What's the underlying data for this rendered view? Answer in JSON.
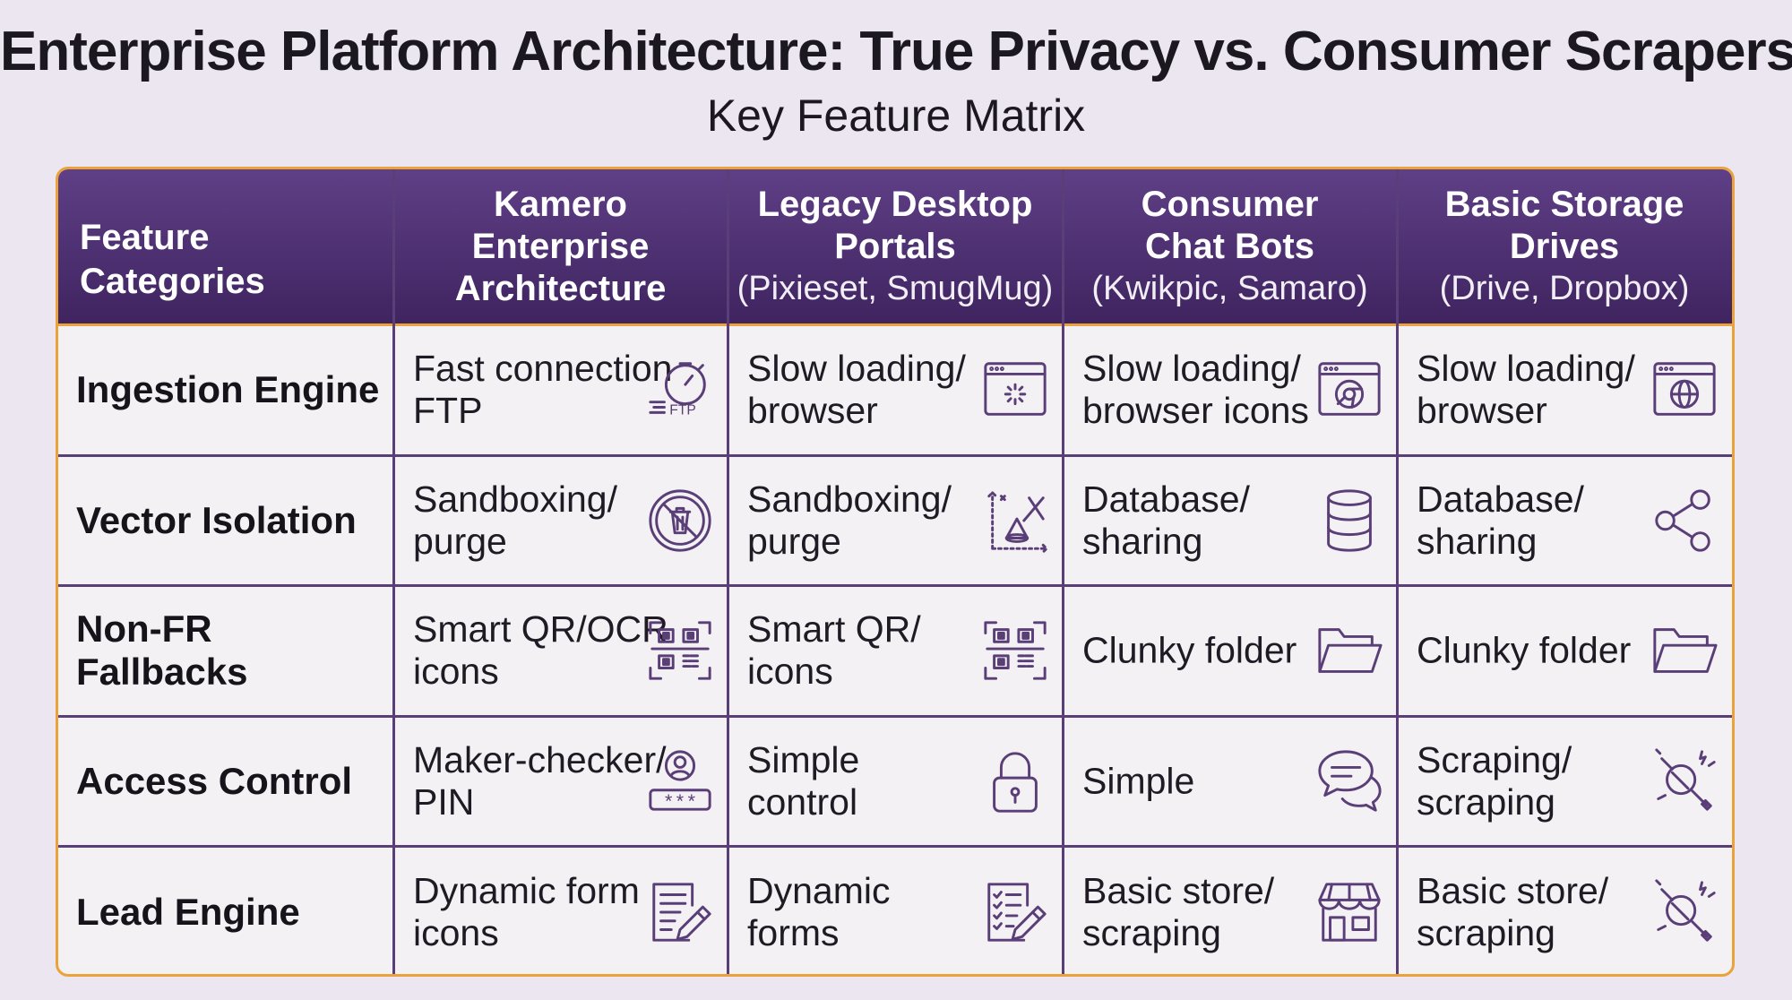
{
  "title": "Enterprise Platform Architecture: True Privacy vs. Consumer Scrapers",
  "subtitle": "Key Feature Matrix",
  "header": {
    "feature_col": "Feature\nCategories",
    "columns": [
      {
        "name": "Kamero\nEnterprise\nArchitecture",
        "sub": ""
      },
      {
        "name": "Legacy Desktop\nPortals",
        "sub": "(Pixieset, SmugMug)"
      },
      {
        "name": "Consumer\nChat Bots",
        "sub": "(Kwikpic, Samaro)"
      },
      {
        "name": "Basic Storage\nDrives",
        "sub": "(Drive, Dropbox)"
      }
    ]
  },
  "rows": [
    {
      "label": "Ingestion Engine",
      "cells": [
        {
          "text": "Fast connection\nFTP",
          "icon": "stopwatch-ftp-icon",
          "icon_text": "FTP"
        },
        {
          "text": "Slow loading/\nbrowser",
          "icon": "browser-loading-icon"
        },
        {
          "text": "Slow loading/\nbrowser icons",
          "icon": "browser-chrome-icon"
        },
        {
          "text": "Slow loading/\nbrowser",
          "icon": "browser-globe-icon"
        }
      ]
    },
    {
      "label": "Vector Isolation",
      "cells": [
        {
          "text": "Sandboxing/\npurge",
          "icon": "trash-no-icon"
        },
        {
          "text": "Sandboxing/\npurge",
          "icon": "vector-axes-icon"
        },
        {
          "text": "Database/\nsharing",
          "icon": "database-icon"
        },
        {
          "text": "Database/\nsharing",
          "icon": "share-icon"
        }
      ]
    },
    {
      "label": "Non-FR Fallbacks",
      "cells": [
        {
          "text": "Smart QR/OCR\nicons",
          "icon": "qr-scan-icon"
        },
        {
          "text": "Smart QR/\nicons",
          "icon": "qr-scan-icon"
        },
        {
          "text": "Clunky folder",
          "icon": "folder-icon"
        },
        {
          "text": "Clunky folder",
          "icon": "folder-icon"
        }
      ]
    },
    {
      "label": "Access Control",
      "cells": [
        {
          "text": "Maker-checker/\nPIN",
          "icon": "user-pin-icon",
          "icon_text": "***"
        },
        {
          "text": "Simple\ncontrol",
          "icon": "padlock-icon"
        },
        {
          "text": "Simple",
          "icon": "chat-bubbles-icon"
        },
        {
          "text": "Scraping/\nscraping",
          "icon": "scraping-magnifier-icon"
        }
      ]
    },
    {
      "label": "Lead Engine",
      "cells": [
        {
          "text": "Dynamic form\nicons",
          "icon": "form-edit-icon"
        },
        {
          "text": "Dynamic\nforms",
          "icon": "checklist-edit-icon"
        },
        {
          "text": "Basic store/\nscraping",
          "icon": "storefront-icon"
        },
        {
          "text": "Basic store/\nscraping",
          "icon": "scraping-magnifier-icon"
        }
      ]
    }
  ],
  "colors": {
    "header": "#4e3172",
    "border_accent": "#e9a33a",
    "grid": "#5a3e78",
    "icon_stroke": "#5a3e78"
  }
}
